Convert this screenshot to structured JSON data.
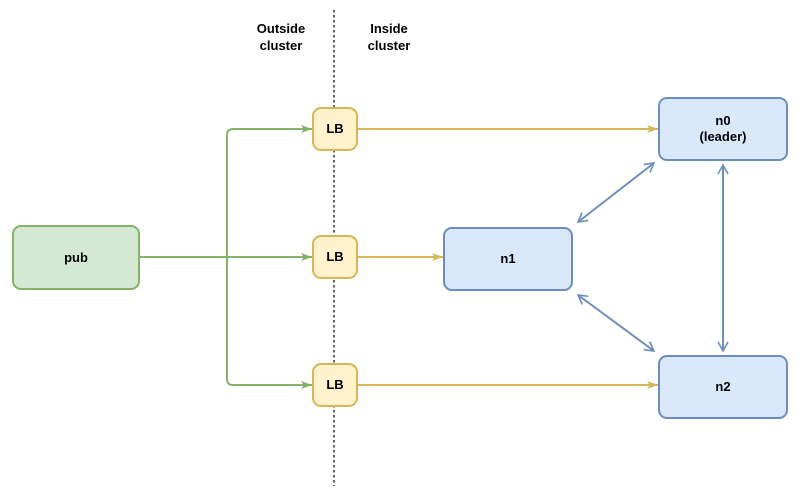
{
  "diagram": {
    "regions": {
      "outside_label": "Outside\ncluster",
      "inside_label": "Inside\ncluster"
    },
    "nodes": {
      "pub": {
        "label": "pub"
      },
      "lb1": {
        "label": "LB"
      },
      "lb2": {
        "label": "LB"
      },
      "lb3": {
        "label": "LB"
      },
      "n0": {
        "label": "n0\n(leader)"
      },
      "n1": {
        "label": "n1"
      },
      "n2": {
        "label": "n2"
      }
    },
    "colors": {
      "green_fill": "#d5e8d4",
      "green_stroke": "#82b366",
      "yellow_fill": "#fff2cc",
      "yellow_stroke": "#d6b656",
      "blue_fill": "#dae8fc",
      "blue_stroke": "#6c8ebf",
      "divider": "#333333",
      "text": "#000000",
      "background": "#ffffff"
    }
  }
}
